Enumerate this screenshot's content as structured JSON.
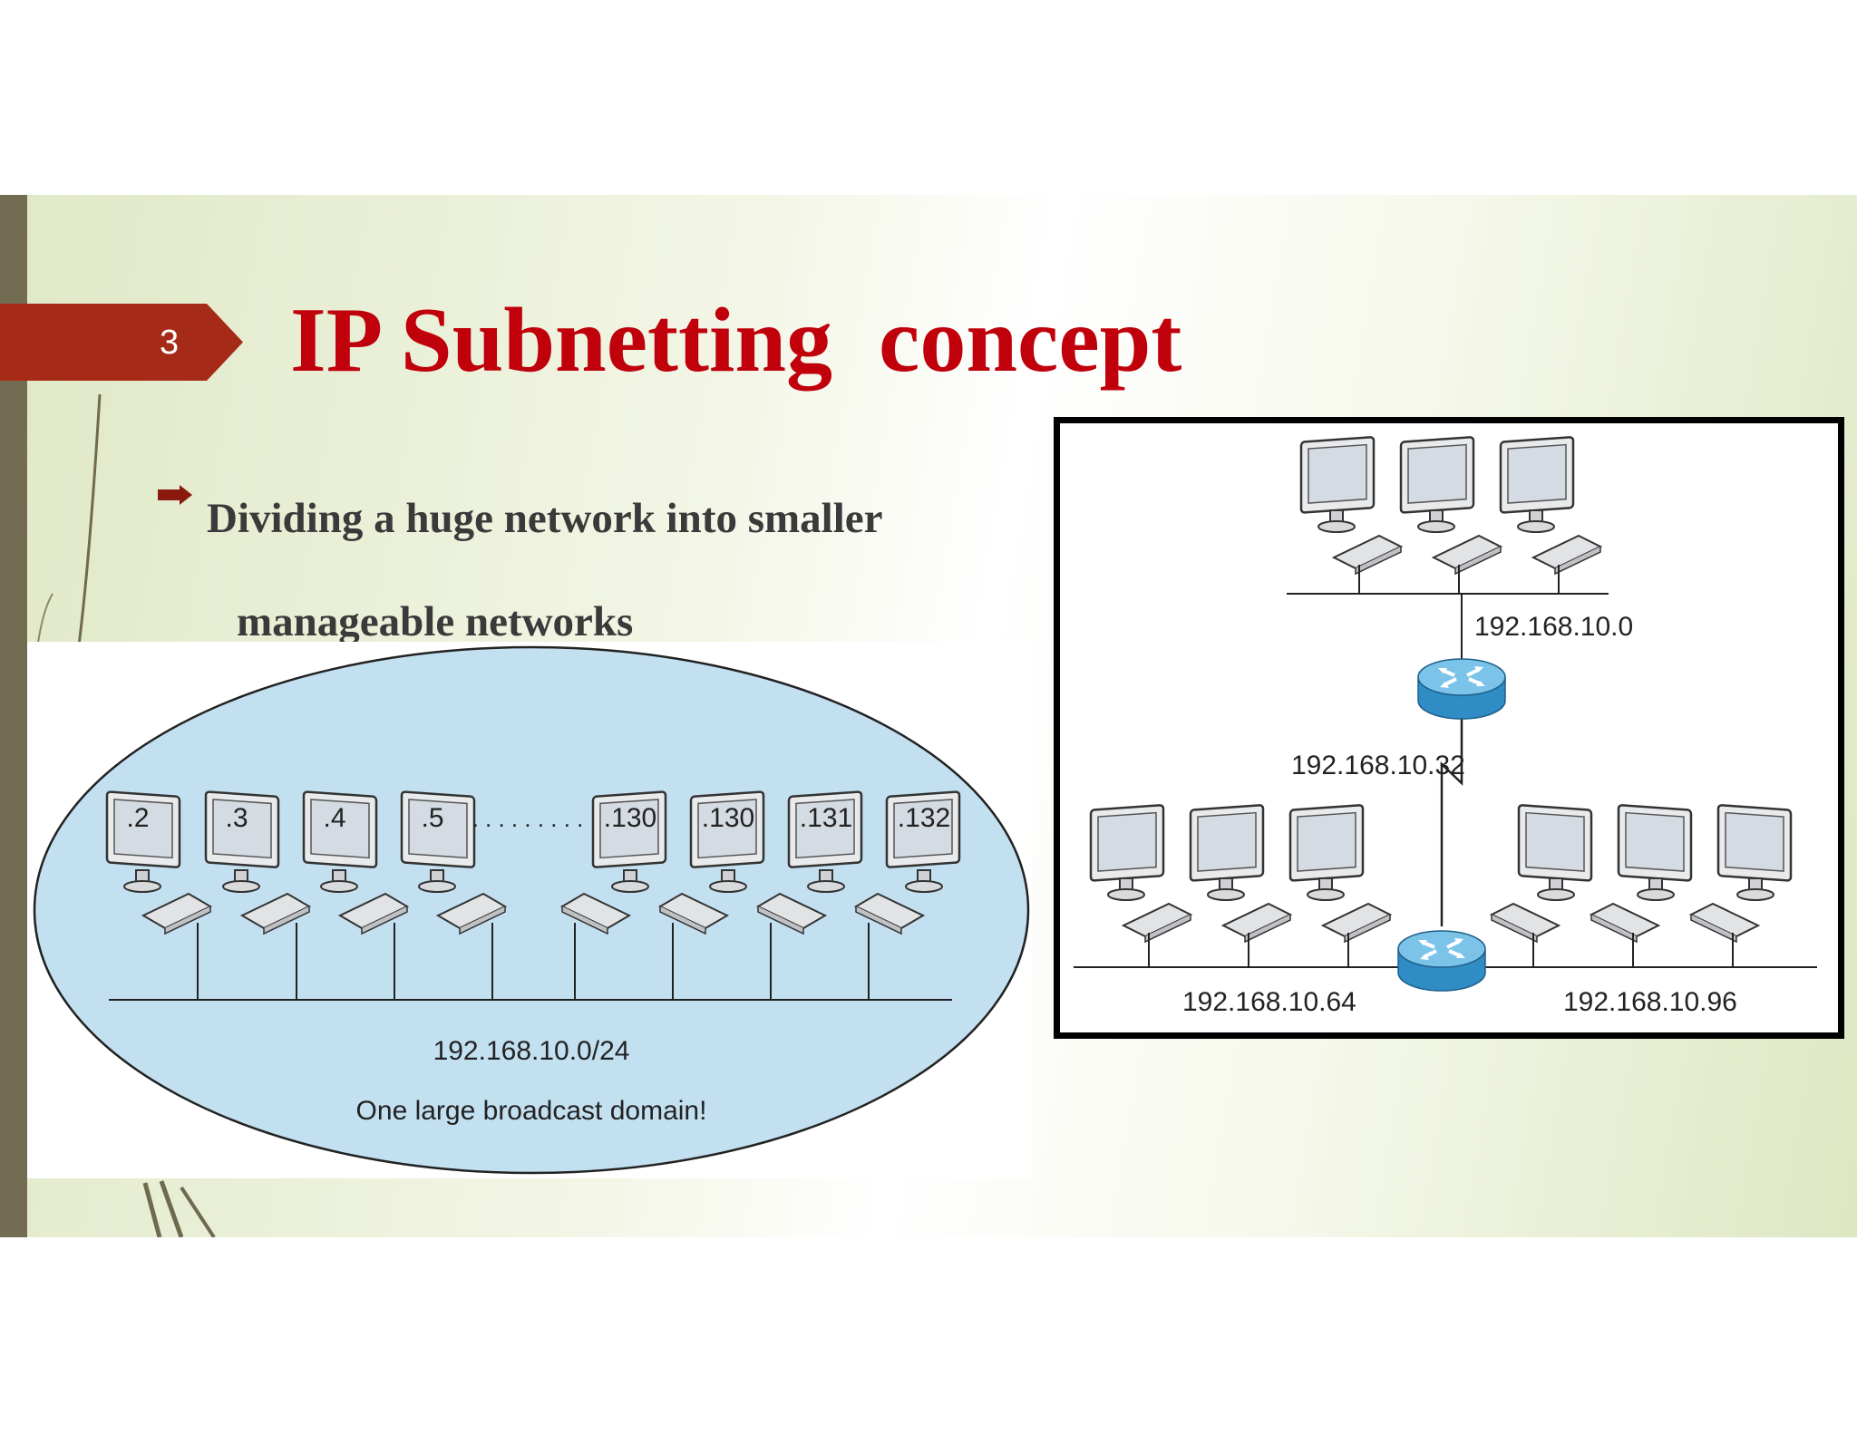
{
  "slide": {
    "number": "3",
    "title": "IP Subnetting  concept",
    "bullet": {
      "line1": "Dividing a huge network into smaller",
      "line2": "manageable networks"
    }
  },
  "broadcast_diagram": {
    "host_labels": [
      ".2",
      ".3",
      ".4",
      ".5",
      ".130",
      ".130",
      ".131",
      ".132"
    ],
    "ellipsis": ". . . . . . . . .",
    "network": "192.168.10.0/24",
    "caption": "One large broadcast domain!"
  },
  "subnet_diagram": {
    "subnet_top": "192.168.10.0",
    "subnet_link": "192.168.10.32",
    "subnet_bottom_left": "192.168.10.64",
    "subnet_bottom_right": "192.168.10.96"
  },
  "colors": {
    "title": "#c0000b",
    "number_tag": "#a52a17",
    "side_band": "#726d52",
    "broadcast_domain_fill": "#c3e0f1",
    "router": "#3b9fd4"
  },
  "icons": [
    "right-arrow-bullet-icon",
    "computer-icon",
    "router-icon"
  ]
}
